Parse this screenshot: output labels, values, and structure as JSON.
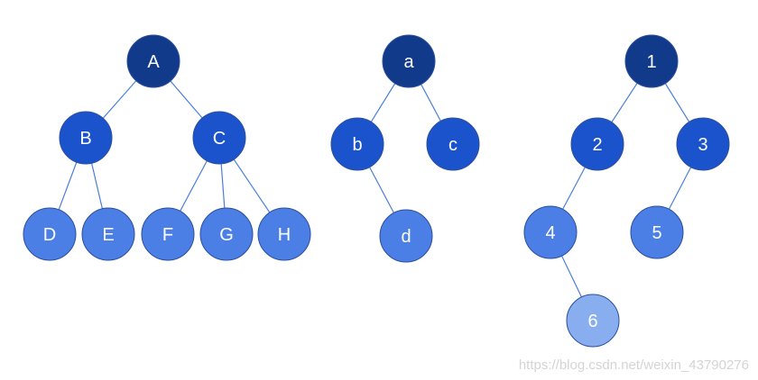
{
  "colors": {
    "level0": "#123a8a",
    "level1": "#1a53cc",
    "level2": "#4b7fe6",
    "level3": "#88aef0",
    "edge": "#4a7fd9",
    "watermark": "#d4d4d4"
  },
  "trees": [
    {
      "name": "tree-letters-upper",
      "nodes": [
        {
          "id": "A",
          "label": "A",
          "level": 0
        },
        {
          "id": "B",
          "label": "B",
          "level": 1
        },
        {
          "id": "C",
          "label": "C",
          "level": 1
        },
        {
          "id": "D",
          "label": "D",
          "level": 2
        },
        {
          "id": "E",
          "label": "E",
          "level": 2
        },
        {
          "id": "F",
          "label": "F",
          "level": 2
        },
        {
          "id": "G",
          "label": "G",
          "level": 2
        },
        {
          "id": "H",
          "label": "H",
          "level": 2
        }
      ],
      "edges": [
        [
          "A",
          "B"
        ],
        [
          "A",
          "C"
        ],
        [
          "B",
          "D"
        ],
        [
          "B",
          "E"
        ],
        [
          "C",
          "F"
        ],
        [
          "C",
          "G"
        ],
        [
          "C",
          "H"
        ]
      ]
    },
    {
      "name": "tree-letters-lower",
      "nodes": [
        {
          "id": "a",
          "label": "a",
          "level": 0
        },
        {
          "id": "b",
          "label": "b",
          "level": 1
        },
        {
          "id": "c",
          "label": "c",
          "level": 1
        },
        {
          "id": "d",
          "label": "d",
          "level": 2
        }
      ],
      "edges": [
        [
          "a",
          "b"
        ],
        [
          "a",
          "c"
        ],
        [
          "b",
          "d"
        ]
      ]
    },
    {
      "name": "tree-numbers",
      "nodes": [
        {
          "id": "n1",
          "label": "1",
          "level": 0
        },
        {
          "id": "n2",
          "label": "2",
          "level": 1
        },
        {
          "id": "n3",
          "label": "3",
          "level": 1
        },
        {
          "id": "n4",
          "label": "4",
          "level": 2
        },
        {
          "id": "n5",
          "label": "5",
          "level": 2
        },
        {
          "id": "n6",
          "label": "6",
          "level": 3
        }
      ],
      "edges": [
        [
          "n1",
          "n2"
        ],
        [
          "n1",
          "n3"
        ],
        [
          "n2",
          "n4"
        ],
        [
          "n3",
          "n5"
        ],
        [
          "n4",
          "n6"
        ]
      ]
    }
  ],
  "watermark": "https://blog.csdn.net/weixin_43790276"
}
